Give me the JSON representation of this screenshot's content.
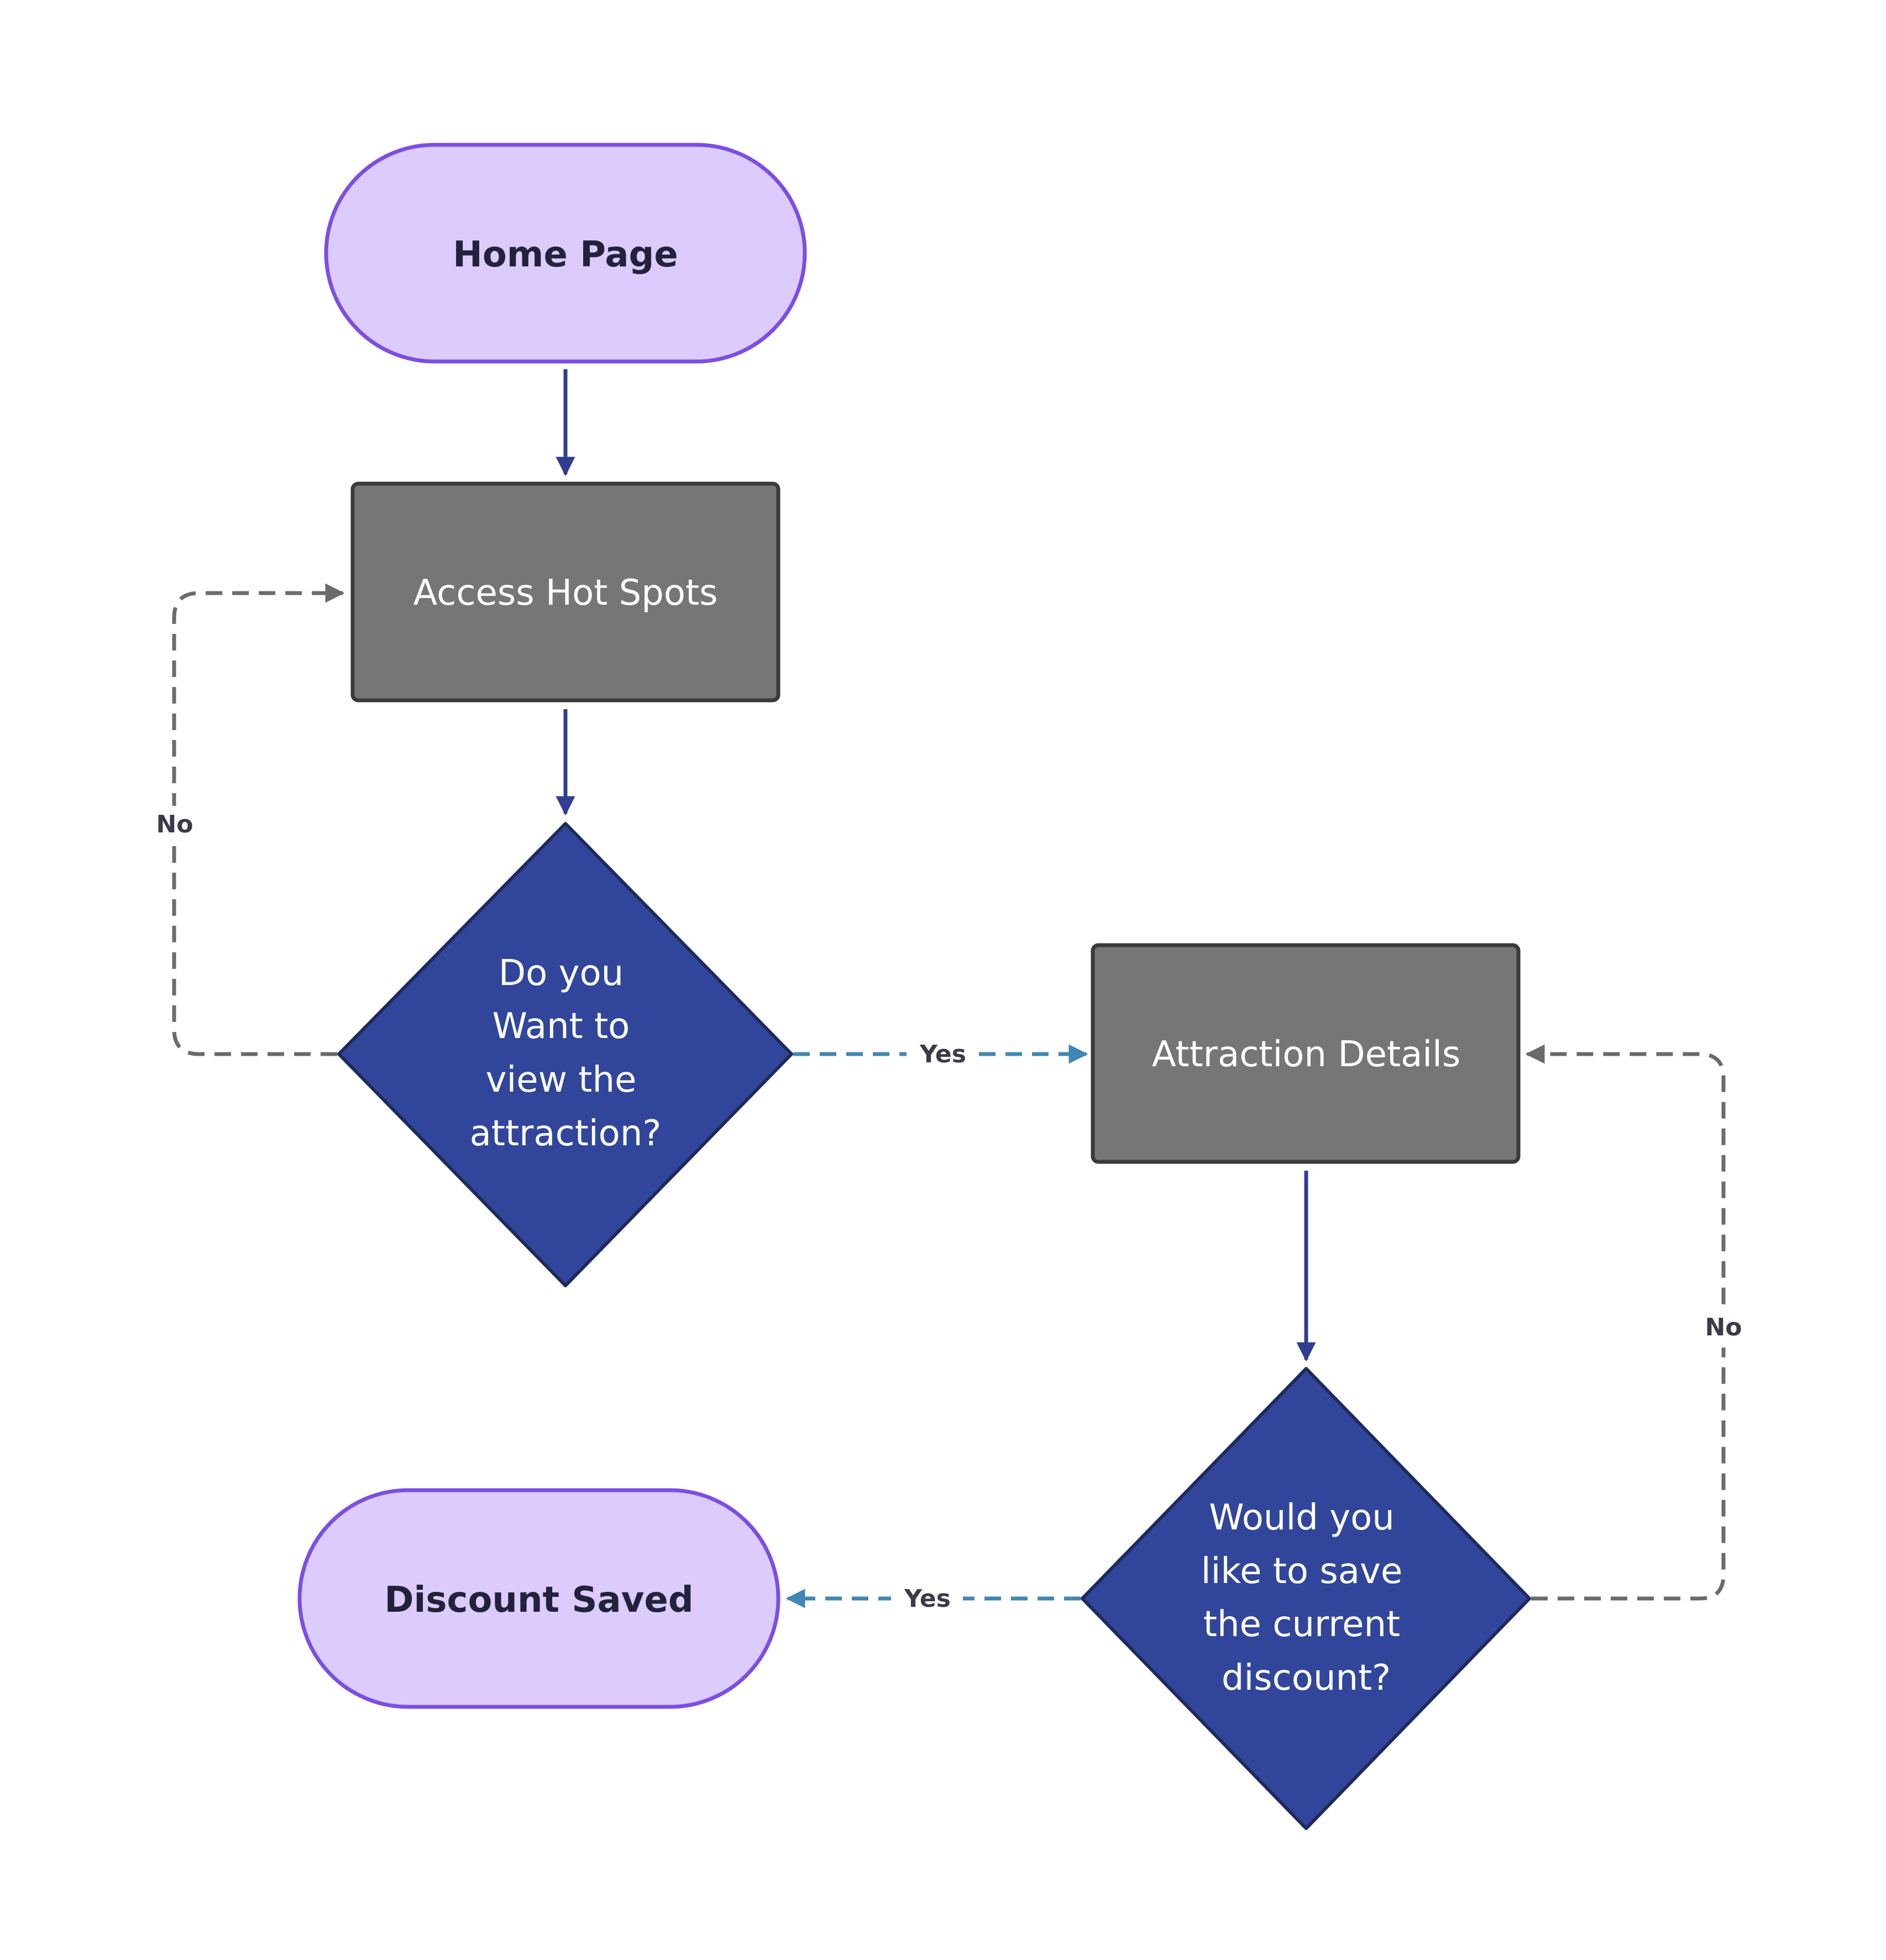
{
  "colors": {
    "terminal_fill": "#dccbfd",
    "terminal_stroke": "#7c4ee4",
    "process_fill": "#767676",
    "process_stroke": "#3a3a3a",
    "decision_fill": "#31469b",
    "decision_stroke": "#1e2a5e",
    "arrow_solid": "#2f3e92",
    "arrow_no": "#6b6b6b",
    "arrow_yes": "#3f88b5",
    "terminal_text": "#22223a",
    "white_text": "#ffffff"
  },
  "nodes": {
    "home_page": {
      "label": "Home Page"
    },
    "access_hot_spots": {
      "label": "Access Hot Spots"
    },
    "view_attraction_decision": {
      "lines": [
        "Do you",
        "Want to",
        "view the",
        "attraction?"
      ]
    },
    "attraction_details": {
      "label": "Attraction Details"
    },
    "save_discount_decision": {
      "lines": [
        "Would you",
        "like to save",
        "the current",
        "discount?"
      ]
    },
    "discount_saved": {
      "label": "Discount Saved"
    }
  },
  "edges": {
    "view_no": {
      "label": "No"
    },
    "view_yes": {
      "label": "Yes"
    },
    "save_no": {
      "label": "No"
    },
    "save_yes": {
      "label": "Yes"
    }
  }
}
